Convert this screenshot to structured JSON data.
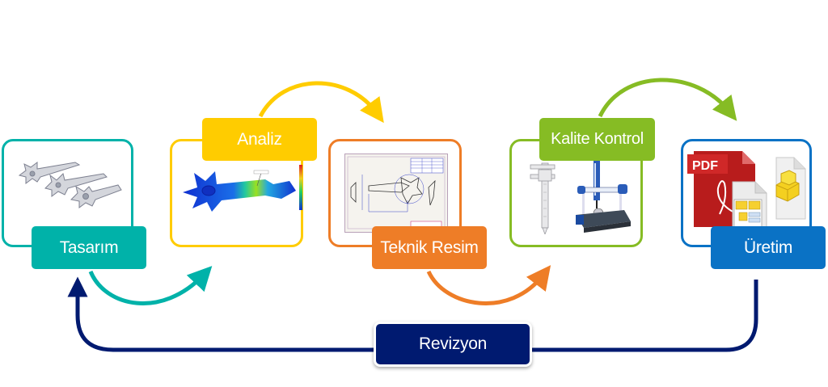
{
  "diagram": {
    "title": "Product development cycle",
    "stages": [
      {
        "id": "tasarim",
        "label": "Tasarım",
        "color": "#00B2A9",
        "image": "crank-arm-models"
      },
      {
        "id": "analiz",
        "label": "Analiz",
        "color": "#FFCC00",
        "image": "fea-stress-analysis"
      },
      {
        "id": "teknik_resim",
        "label": "Teknik Resim",
        "color": "#EE7D27",
        "image": "technical-drawing"
      },
      {
        "id": "kalite_kontrol",
        "label": "Kalite Kontrol",
        "color": "#86BC24",
        "image": "caliper-and-cmm"
      },
      {
        "id": "uretim",
        "label": "Üretim",
        "color": "#0A72C5",
        "image": "pdf-and-cad-files"
      }
    ],
    "feedback": {
      "label": "Revizyon",
      "color": "#001A70",
      "from": "uretim",
      "to": "tasarim"
    },
    "connections": [
      {
        "from": "tasarim",
        "to": "analiz",
        "color": "#00B2A9"
      },
      {
        "from": "analiz",
        "to": "teknik_resim",
        "color": "#FFCC00"
      },
      {
        "from": "teknik_resim",
        "to": "kalite_kontrol",
        "color": "#EE7D27"
      },
      {
        "from": "kalite_kontrol",
        "to": "uretim",
        "color": "#86BC24"
      }
    ],
    "pdf_badge": "PDF"
  }
}
